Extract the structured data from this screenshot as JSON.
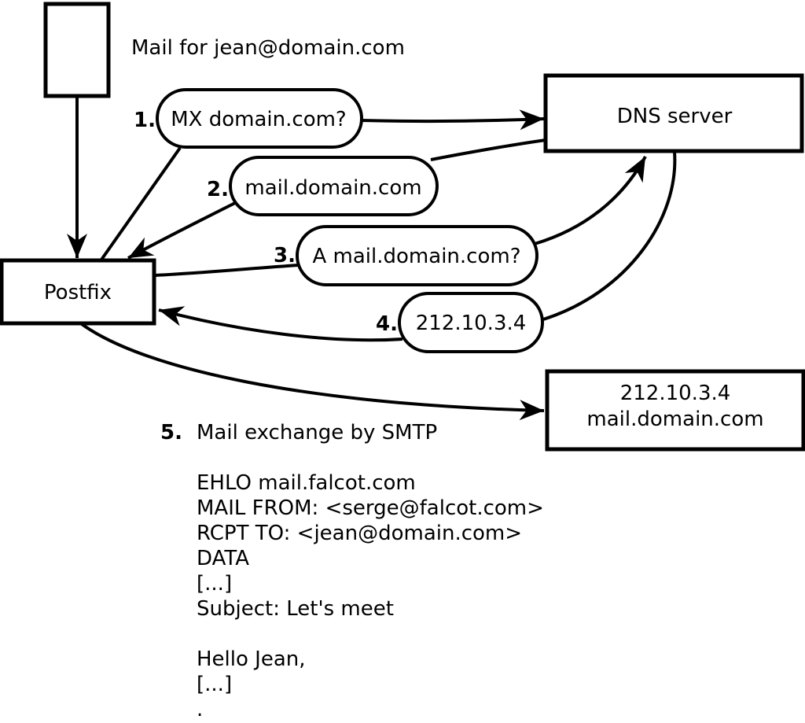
{
  "diagram": {
    "note": "Mail for jean@domain.com",
    "nodes": {
      "postfix": {
        "label": "Postfix"
      },
      "dns_server": {
        "label": "DNS server"
      },
      "mail_server": {
        "ip": "212.10.3.4",
        "hostname": "mail.domain.com"
      }
    },
    "steps": [
      {
        "num": "1.",
        "label": "MX domain.com?"
      },
      {
        "num": "2.",
        "label": "mail.domain.com"
      },
      {
        "num": "3.",
        "label": "A mail.domain.com?"
      },
      {
        "num": "4.",
        "label": "212.10.3.4"
      },
      {
        "num": "5.",
        "label": "Mail exchange by SMTP"
      }
    ],
    "smtp": {
      "lines": [
        "EHLO mail.falcot.com",
        "MAIL FROM: <serge@falcot.com>",
        "RCPT TO: <jean@domain.com>",
        "DATA",
        "[...]",
        "Subject: Let's meet",
        "",
        "Hello Jean,",
        "[...]",
        "."
      ]
    },
    "colors": {
      "stroke": "#000000",
      "background": "#ffffff"
    }
  }
}
